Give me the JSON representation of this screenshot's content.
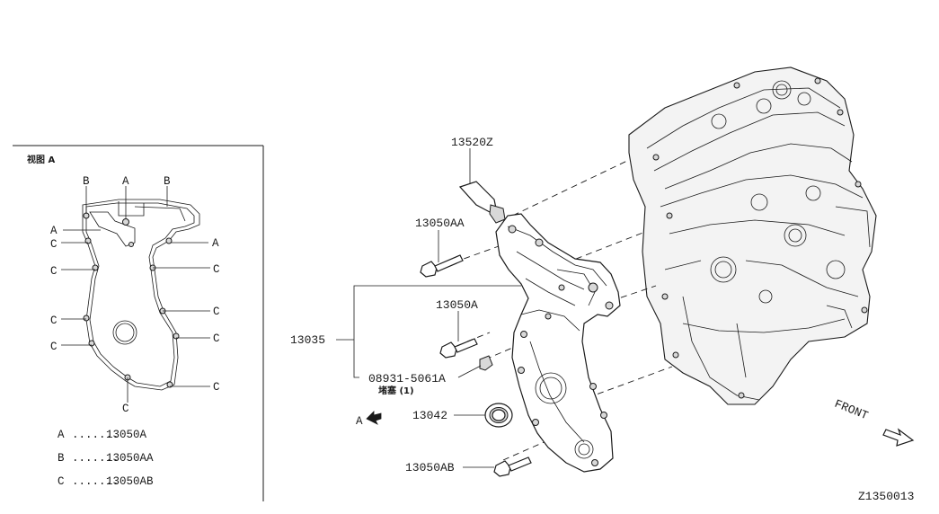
{
  "view_title": "视图 A",
  "inset": {
    "letters": {
      "b_top": "B",
      "a_top": "A",
      "b_top2": "B",
      "a_left": "A",
      "a_right": "A",
      "c1": "C",
      "c2": "C",
      "c3": "C",
      "c4": "C",
      "c5": "C",
      "c6": "C",
      "c7": "C",
      "c8": "C",
      "c_bottom": "C"
    }
  },
  "legend": [
    {
      "letter": "A",
      "dots": ".......",
      "part": "13050A"
    },
    {
      "letter": "B",
      "dots": ".......",
      "part": "13050AA"
    },
    {
      "letter": "C",
      "dots": ".......",
      "part": "13050AB"
    }
  ],
  "callouts": {
    "p13520z": "13520Z",
    "p13050aa": "13050AA",
    "p13050a": "13050A",
    "p13035": "13035",
    "p08931": "08931-5061A",
    "p08931_note": "堵塞 (1)",
    "p13042": "13042",
    "p13050ab": "13050AB",
    "view_arrow": "A"
  },
  "front_label": "FRONT",
  "diagram_code": "Z1350013"
}
